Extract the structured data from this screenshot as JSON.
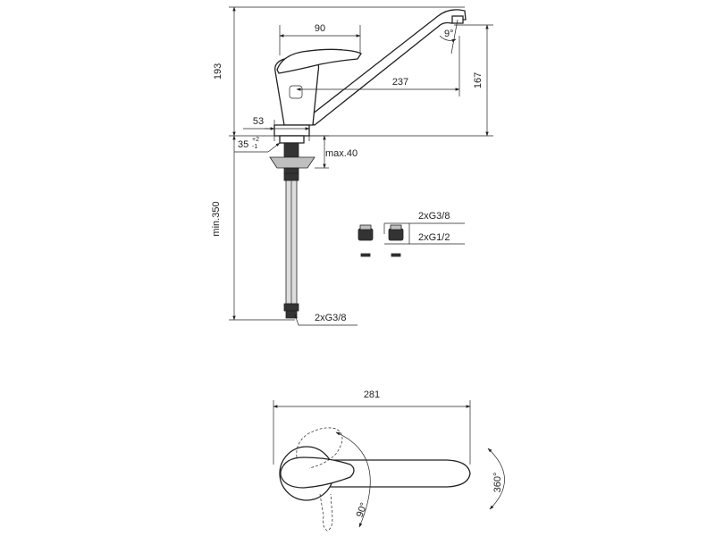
{
  "dimensions": {
    "handle_width": "90",
    "spout_angle": "9°",
    "total_height": "193",
    "spout_height": "167",
    "spout_reach": "237",
    "base_diameter": "53",
    "hole_diameter": "35",
    "hole_tol_plus": "+2",
    "hole_tol_minus": "-1",
    "max_thickness": "max.40",
    "hose_length": "min.350",
    "hose_connection": "2xG3/8",
    "adapter_g38": "2xG3/8",
    "adapter_g12": "2xG1/2",
    "top_length": "281",
    "handle_rotation": "90°",
    "spout_rotation": "360°"
  }
}
